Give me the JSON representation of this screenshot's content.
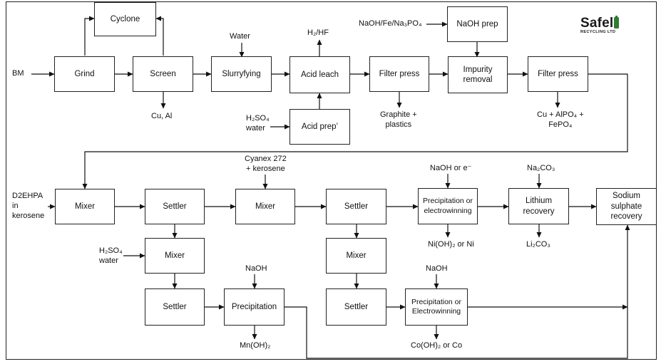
{
  "logo": {
    "name": "SafeLi",
    "name_text": "Safel",
    "subtitle": "RECYCLING LTD",
    "accent_color": "#2e7d32"
  },
  "boxes": {
    "cyclone": "Cyclone",
    "grind": "Grind",
    "screen": "Screen",
    "slurry": "Slurryfying",
    "acid_leach": "Acid leach",
    "acid_prep": "Acid prep’",
    "filter_press_1": "Filter press",
    "naoh_prep": "NaOH prep",
    "impurity_removal": "Impurity removal",
    "filter_press_2": "Filter press",
    "mixer_1": "Mixer",
    "settler_1": "Settler",
    "mixer_2": "Mixer",
    "settler_2": "Settler",
    "precip_ni": "Precipitation or electrowinning",
    "lithium": "Lithium recovery",
    "sodium": "Sodium sulphate recovery",
    "mixer_3": "Mixer",
    "settler_3": "Settler",
    "precip_mn": "Precipitation",
    "mixer_4": "Mixer",
    "settler_4": "Settler",
    "precip_co": "Precipitation or Electrowinning"
  },
  "labels": {
    "bm": "BM",
    "cu_al": "Cu, Al",
    "water": "Water",
    "h2_hf": "H₂/HF",
    "h2so4_water_1": "H₂SO₄\nwater",
    "naoh_fe": "NaOH/Fe/Na₃PO₄",
    "graphite": "Graphite +\nplastics",
    "cu_alpo4": "Cu + AlPO₄ +\nFePO₄",
    "d2ehpa": "D2EHPA\nin\nkerosene",
    "cyanex": "Cyanex 272\n+ kerosene",
    "naoh_or_e": "NaOH or e⁻",
    "na2co3": "Na₂CO₃",
    "ni_out": "Ni(OH)₂ or Ni",
    "li2co3": "Li₂CO₃",
    "h2so4_water_2": "H₂SO₄\nwater",
    "naoh_mn": "NaOH",
    "mn_out": "Mn(OH)₂",
    "naoh_co": "NaOH",
    "co_out": "Co(OH)₂ or Co"
  }
}
